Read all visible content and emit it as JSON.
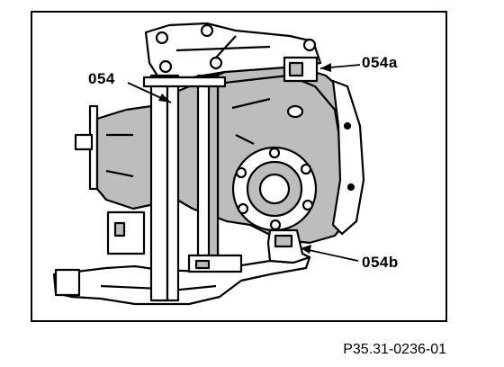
{
  "figure": {
    "callouts": {
      "tool_main": "054",
      "tool_upper": "054a",
      "tool_lower": "054b"
    },
    "reference": "P35.31-0236-01"
  },
  "colors": {
    "ink": "#000000",
    "shade": "#bdbdbd",
    "paper": "#ffffff"
  }
}
